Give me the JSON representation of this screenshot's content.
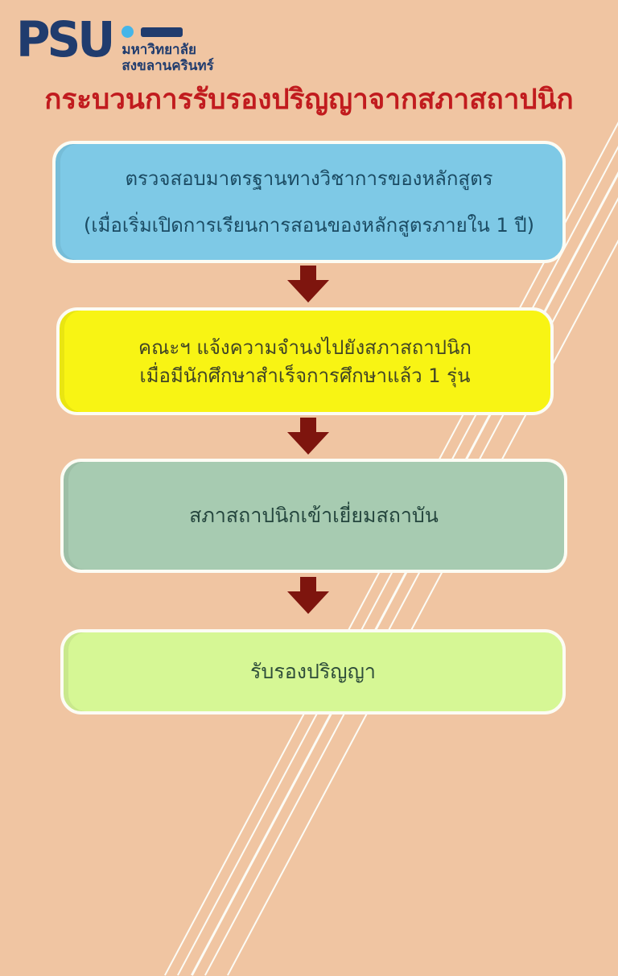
{
  "page": {
    "background_color": "#F0C5A2",
    "decoration": "thin white diagonal lines rising to the upper right"
  },
  "logo": {
    "acronym": "PSU",
    "university_line1": "มหาวิทยาลัย",
    "university_line2": "สงขลานครินทร์",
    "navy_color": "#203C6E",
    "dot_color": "#45B5E8"
  },
  "title": {
    "text": "กระบวนการรับรองปริญญาจากสภาสถาปนิก",
    "color": "#C11B1E"
  },
  "flow": {
    "arrow": {
      "icon": "down-block-arrow",
      "color": "#7E150E",
      "count": 3
    },
    "steps": [
      {
        "id": "step-1",
        "bg": "#7EC9E6",
        "text_color": "#1B4B63",
        "lines": [
          "ตรวจสอบมาตรฐานทางวิชาการของหลักสูตร",
          "(เมื่อเริ่มเปิดการเรียนการสอนของหลักสูตรภายใน 1 ปี)"
        ]
      },
      {
        "id": "step-2",
        "bg": "#F8F414",
        "text_color": "#414526",
        "lines": [
          "คณะฯ แจ้งความจำนงไปยังสภาสถาปนิก",
          "เมื่อมีนักศึกษาสำเร็จการศึกษาแล้ว 1 รุ่น"
        ]
      },
      {
        "id": "step-3",
        "bg": "#A7CBB1",
        "text_color": "#25463E",
        "lines": [
          "สภาสถาปนิกเข้าเยี่ยมสถาบัน"
        ]
      },
      {
        "id": "step-4",
        "bg": "#D6F795",
        "text_color": "#2E4D3A",
        "lines": [
          "รับรองปริญญา"
        ]
      }
    ]
  }
}
